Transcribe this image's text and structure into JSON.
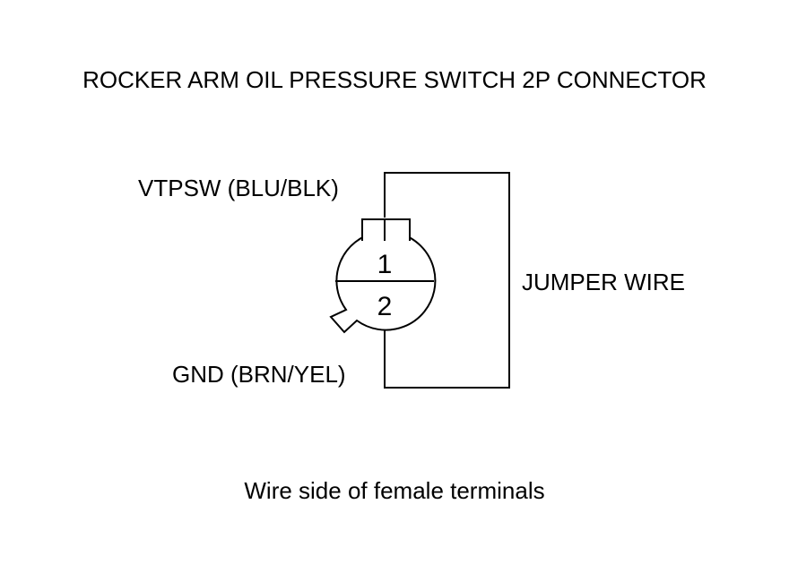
{
  "title": "ROCKER ARM OIL PRESSURE SWITCH 2P CONNECTOR",
  "labels": {
    "vtpsw": "VTPSW (BLU/BLK)",
    "gnd": "GND (BRN/YEL)",
    "jumper": "JUMPER WIRE"
  },
  "pins": {
    "pin1": "1",
    "pin2": "2"
  },
  "caption": "Wire side of female terminals",
  "colors": {
    "line": "#000000",
    "background": "#ffffff"
  }
}
